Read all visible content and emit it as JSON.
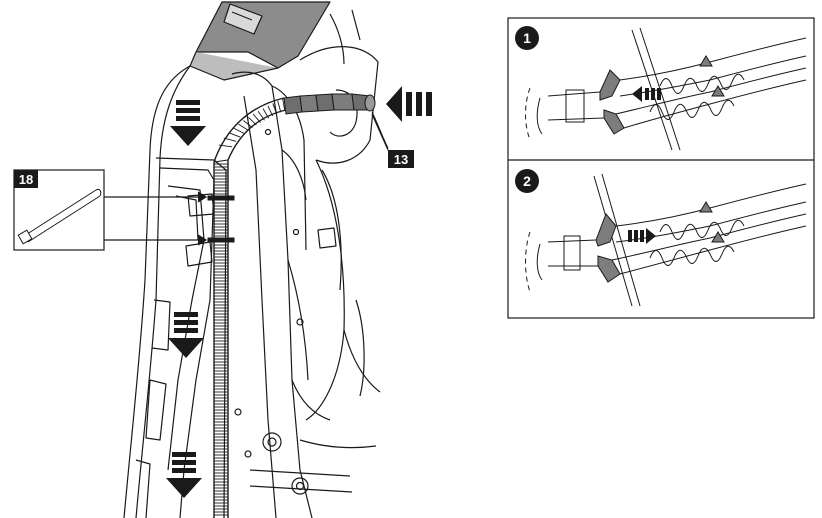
{
  "callouts": {
    "part_18": "18",
    "part_13": "13"
  },
  "steps": [
    {
      "number": "1",
      "direction": "in"
    },
    {
      "number": "2",
      "direction": "out"
    }
  ],
  "colors": {
    "line": "#1a1a1a",
    "panel_shade": "#8c8c8c",
    "hose": "#6e6e6e",
    "badge_bg": "#1a1a1a",
    "badge_text": "#ffffff"
  },
  "icons": {
    "insert_arrow": "arrow-left-icon",
    "pull_arrow": "arrow-down-icon",
    "cable_tie": "cable-tie-icon"
  }
}
